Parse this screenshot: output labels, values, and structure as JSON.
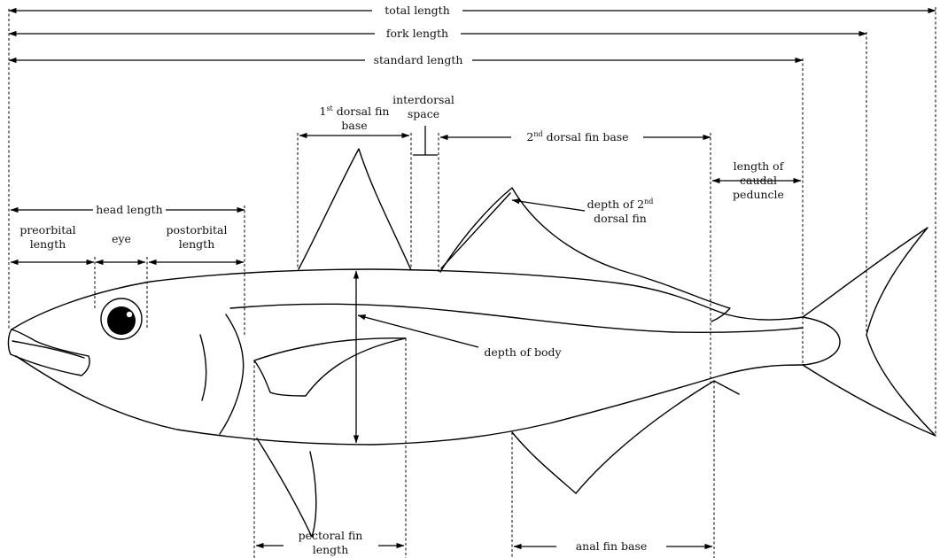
{
  "labels": {
    "total_length": "total length",
    "fork_length": "fork length",
    "standard_length": "standard length",
    "first_dorsal_base_pre": "1",
    "first_dorsal_base_sup": "st",
    "first_dorsal_base_post": " dorsal fin",
    "first_dorsal_base_line2": "base",
    "interdorsal_line1": "interdorsal",
    "interdorsal_line2": "space",
    "second_dorsal_base_pre": "2",
    "second_dorsal_base_sup": "nd",
    "second_dorsal_base_post": " dorsal fin base",
    "caudal_peduncle_line1": "length of",
    "caudal_peduncle_line2": "caudal",
    "caudal_peduncle_line3": "peduncle",
    "second_dorsal_depth_line1": "depth of 2",
    "second_dorsal_depth_sup": "nd",
    "second_dorsal_depth_line2": "dorsal fin",
    "head_length": "head length",
    "preorbital_line1": "preorbital",
    "preorbital_line2": "length",
    "eye": "eye",
    "postorbital_line1": "postorbital",
    "postorbital_line2": "length",
    "depth_of_body": "depth of body",
    "pectoral_line1": "pectoral fin",
    "pectoral_line2": "length",
    "anal_fin_base": "anal fin base"
  }
}
